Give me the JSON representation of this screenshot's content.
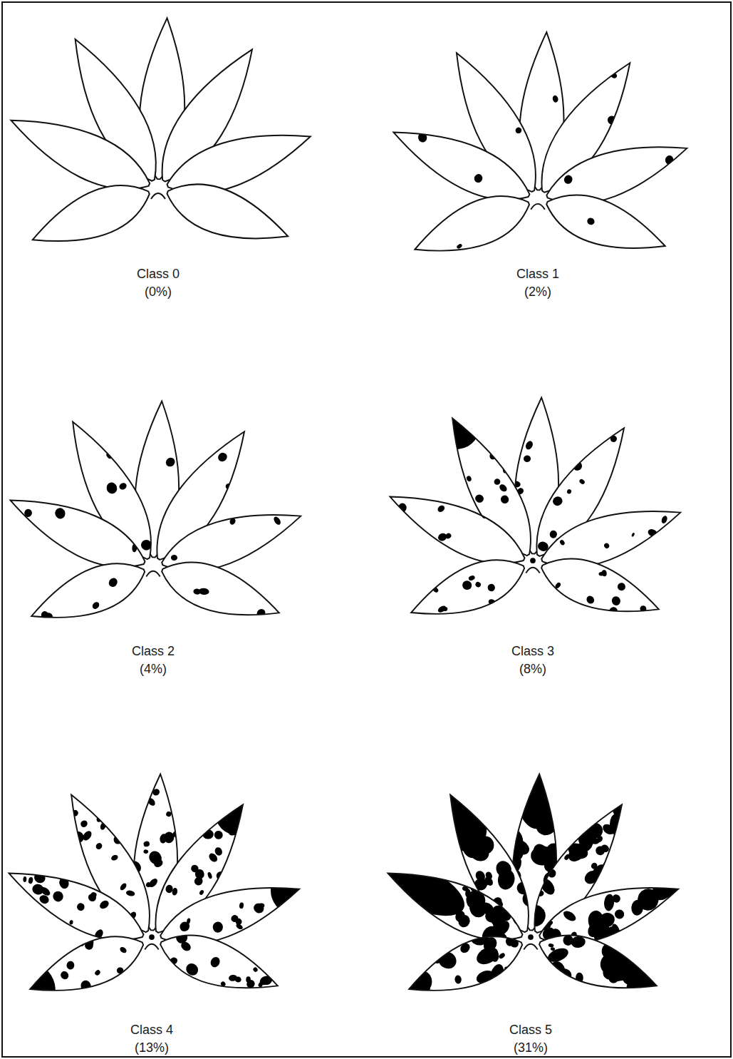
{
  "diagram": {
    "labels": [
      "Class 0",
      "(0%)",
      "Class 1",
      "(2%)",
      "Class 2",
      "(4%)",
      "Class 3",
      "(8%)",
      "Class 4",
      "(13%)",
      "Class 5",
      "(31%)"
    ]
  }
}
